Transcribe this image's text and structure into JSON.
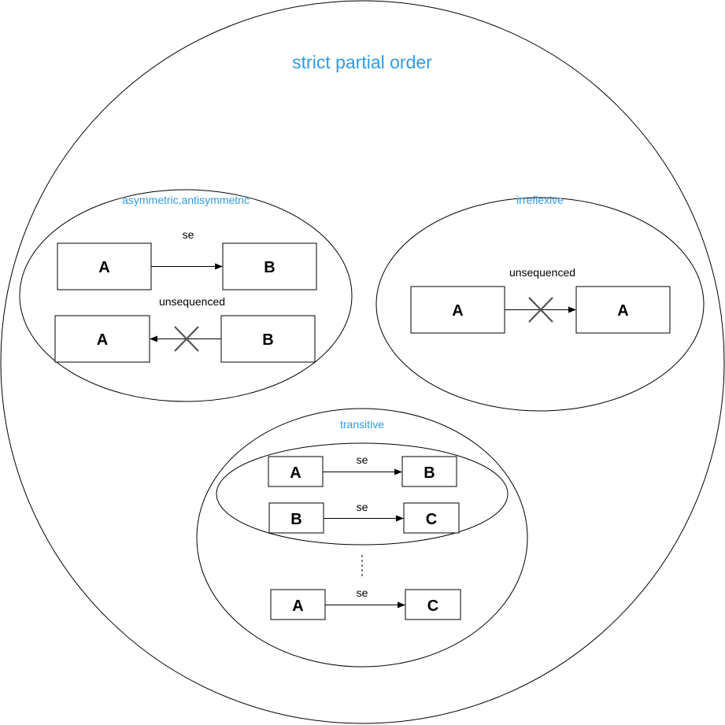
{
  "colors": {
    "accent": "#2f9be8",
    "stroke": "#000000",
    "cross": "#555555"
  },
  "diagram": {
    "title": "strict partial order",
    "groups": {
      "asym": {
        "title": "asymmetric,antisymmetric",
        "row1": {
          "from": "A",
          "to": "B",
          "label": "se"
        },
        "row2": {
          "from": "B",
          "to": "A",
          "label": "unsequenced"
        }
      },
      "irrefl": {
        "title": "irreflexive",
        "row1": {
          "from": "A",
          "to": "A",
          "label": "unsequenced"
        }
      },
      "trans": {
        "title": "transitive",
        "row1": {
          "from": "A",
          "to": "B",
          "label": "se"
        },
        "row2": {
          "from": "B",
          "to": "C",
          "label": "se"
        },
        "row3": {
          "from": "A",
          "to": "C",
          "label": "se"
        }
      }
    }
  }
}
